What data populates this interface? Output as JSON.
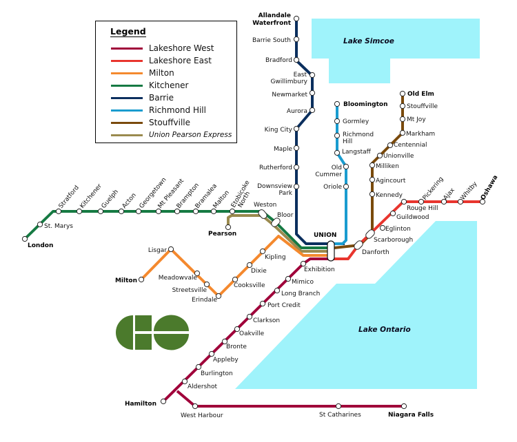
{
  "legend": {
    "title": "Legend",
    "items": [
      {
        "label": "Lakeshore West",
        "color": "#a0003a",
        "italic": false
      },
      {
        "label": "Lakeshore East",
        "color": "#e8352e",
        "italic": false
      },
      {
        "label": "Milton",
        "color": "#f4892e",
        "italic": false
      },
      {
        "label": "Kitchener",
        "color": "#167a43",
        "italic": false
      },
      {
        "label": "Barrie",
        "color": "#0b2f5e",
        "italic": false
      },
      {
        "label": "Richmond Hill",
        "color": "#1a9ccf",
        "italic": false
      },
      {
        "label": "Stouffville",
        "color": "#7a4a0c",
        "italic": false
      },
      {
        "label": "Union Pearson Express",
        "color": "#9a8a4e",
        "italic": true
      }
    ]
  },
  "lakes": {
    "simcoe": "Lake Simcoe",
    "ontario": "Lake Ontario",
    "water_color": "#9ff3fb"
  },
  "hub": {
    "name": "UNION"
  },
  "logo": {
    "name": "go-transit-logo",
    "text": "GO",
    "color": "#4b7a2c"
  },
  "lines": {
    "barrie": {
      "color": "#0b2f5e",
      "stations": [
        "Allandale Waterfront",
        "Barrie South",
        "Bradford",
        "East Gwillimbury",
        "Newmarket",
        "Aurora",
        "King City",
        "Maple",
        "Rutherford",
        "Downsview Park"
      ]
    },
    "richmond_hill": {
      "color": "#1a9ccf",
      "stations": [
        "Bloomington",
        "Gormley",
        "Richmond Hill",
        "Langstaff",
        "Old Cummer",
        "Oriole"
      ]
    },
    "stouffville": {
      "color": "#7a4a0c",
      "stations": [
        "Old Elm",
        "Stouffville",
        "Mt Joy",
        "Markham",
        "Centennial",
        "Unionville",
        "Milliken",
        "Agincourt",
        "Kennedy",
        "Scarborough",
        "Danforth"
      ]
    },
    "lakeshore_east": {
      "color": "#e8352e",
      "stations": [
        "Oshawa",
        "Whitby",
        "Ajax",
        "Pickering",
        "Rouge Hill",
        "Guildwood",
        "Eglinton",
        "Scarborough",
        "Danforth"
      ]
    },
    "kitchener": {
      "color": "#167a43",
      "stations": [
        "London",
        "St. Marys",
        "Stratford",
        "Kitchener",
        "Guelph",
        "Acton",
        "Georgetown",
        "Mt Pleasant",
        "Brampton",
        "Bramalea",
        "Malton",
        "Etobicoke North",
        "Weston",
        "Bloor"
      ]
    },
    "up_express": {
      "color": "#9a8a4e",
      "stations": [
        "Pearson",
        "Weston",
        "Bloor"
      ]
    },
    "milton": {
      "color": "#f4892e",
      "stations": [
        "Milton",
        "Lisgar",
        "Meadowvale",
        "Streetsville",
        "Erindale",
        "Cooksville",
        "Dixie",
        "Kipling"
      ]
    },
    "lakeshore_west": {
      "color": "#a0003a",
      "stations": [
        "Niagara Falls",
        "St Catharines",
        "West Harbour",
        "Hamilton",
        "Aldershot",
        "Burlington",
        "Appleby",
        "Bronte",
        "Oakville",
        "Clarkson",
        "Port Credit",
        "Long Branch",
        "Mimico",
        "Exhibition"
      ]
    }
  },
  "labels": {
    "allandale_1": "Allandale",
    "allandale_2": "Waterfront",
    "east_1": "East",
    "east_2": "Gwillimbury",
    "richmond_1": "Richmond",
    "richmond_2": "Hill",
    "cummer_1": "Old",
    "cummer_2": "Cummer",
    "downsview_1": "Downsview",
    "downsview_2": "Park",
    "etobicoke_1": "Etobicoke",
    "etobicoke_2": "North"
  }
}
